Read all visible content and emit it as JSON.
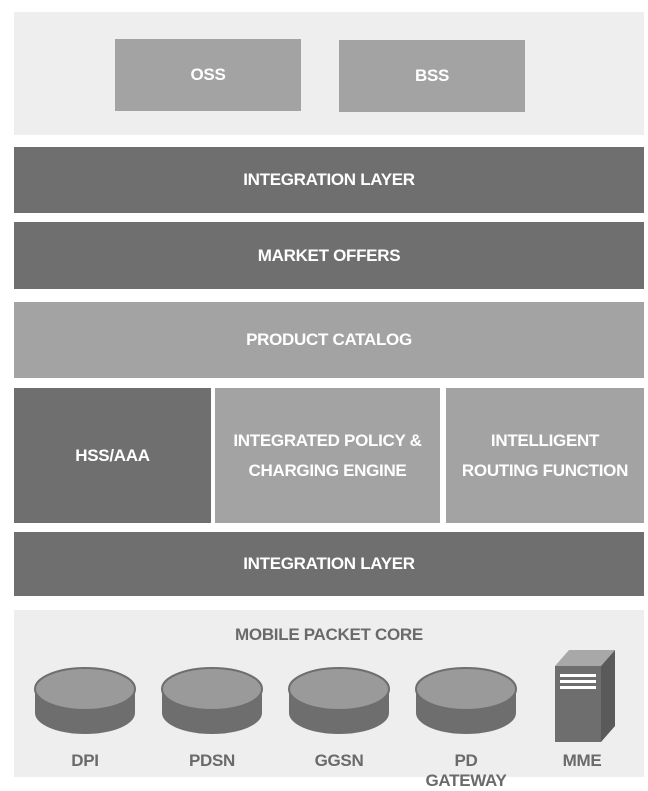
{
  "top_panel": {
    "oss": "OSS",
    "bss": "BSS"
  },
  "layers": {
    "integration_top": "INTEGRATION LAYER",
    "market_offers": "MARKET OFFERS",
    "product_catalog": "PRODUCT CATALOG",
    "integration_bottom": "INTEGRATION LAYER"
  },
  "functions": {
    "hss": "HSS/AAA",
    "policy": "INTEGRATED POLICY &\nCHARGING ENGINE",
    "routing": "INTELLIGENT\nROUTING FUNCTION"
  },
  "packet_core": {
    "title": "MOBILE PACKET CORE",
    "devices": [
      {
        "label": "DPI",
        "icon": "database-cylinder-icon"
      },
      {
        "label": "PDSN",
        "icon": "database-cylinder-icon"
      },
      {
        "label": "GGSN",
        "icon": "database-cylinder-icon"
      },
      {
        "label": "PD GATEWAY",
        "icon": "database-cylinder-icon"
      },
      {
        "label": "MME",
        "icon": "server-tower-icon"
      }
    ]
  },
  "colors": {
    "dark_layer": "#6f6f6f",
    "mid_layer": "#a3a3a3",
    "panel_background": "#eeeeee",
    "device_fill": "#6e6e6e",
    "device_top": "#9a9a9a"
  }
}
